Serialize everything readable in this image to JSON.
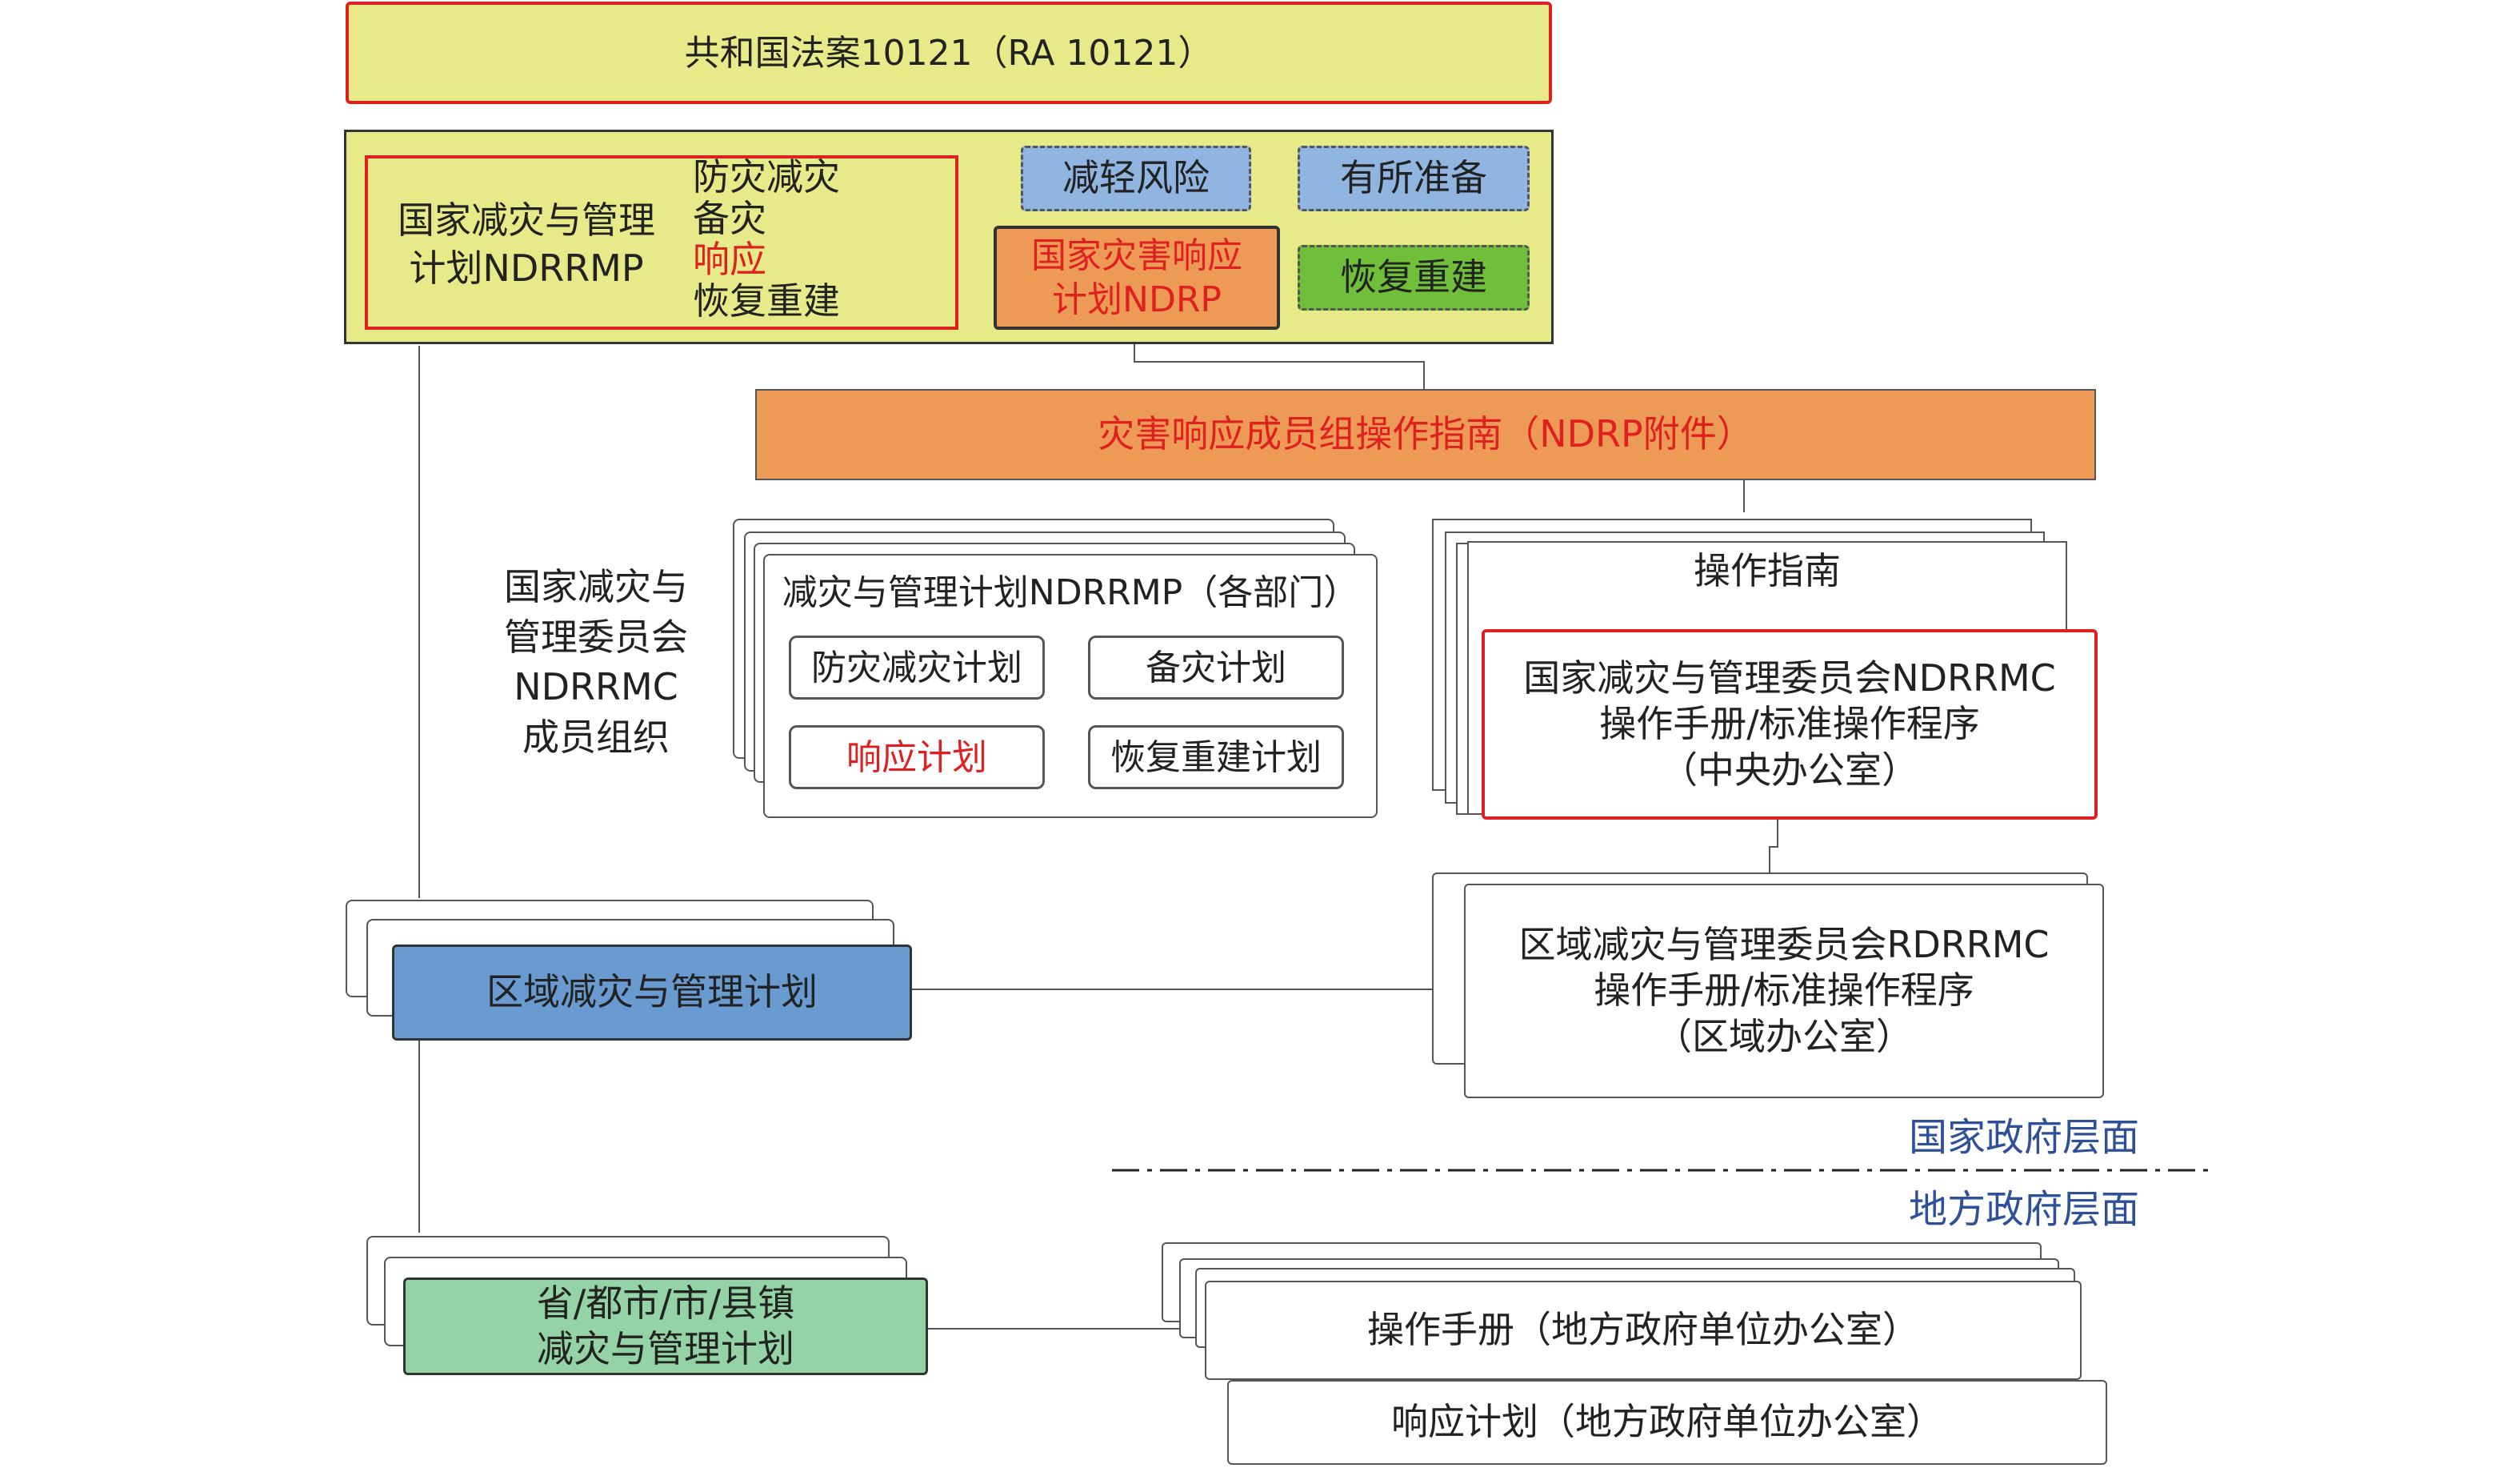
{
  "law": {
    "title": "共和国法案10121（RA 10121）"
  },
  "ndrrmp_block": {
    "plan_name_line1": "国家减灾与管理",
    "plan_name_line2": "计划NDRRMP",
    "aspects": [
      "防灾减灾",
      "备灾",
      "响应",
      "恢复重建"
    ],
    "tag_risk_reduction": "减轻风险",
    "tag_preparedness": "有所准备",
    "tag_recovery": "恢复重建",
    "ndrp_line1": "国家灾害响应",
    "ndrp_line2": "计划NDRP"
  },
  "cluster_guide": {
    "title": "灾害响应成员组操作指南（NDRP附件）"
  },
  "member_org": {
    "lines": [
      "国家减灾与",
      "管理委员会",
      "NDRRMC",
      "成员组织"
    ]
  },
  "dept_plans": {
    "title": "减灾与管理计划NDRRMP（各部门）",
    "items": [
      "防灾减灾计划",
      "备灾计划",
      "响应计划",
      "恢复重建计划"
    ]
  },
  "ops_guide": {
    "title": "操作指南",
    "central_lines": [
      "国家减灾与管理委员会NDRRMC",
      "操作手册/标准操作程序",
      "（中央办公室）"
    ]
  },
  "regional_plan": {
    "label": "区域减灾与管理计划"
  },
  "regional_manual": {
    "lines": [
      "区域减灾与管理委员会RDRRMC",
      "操作手册/标准操作程序",
      "（区域办公室）"
    ]
  },
  "levels": {
    "national": "国家政府层面",
    "local": "地方政府层面"
  },
  "local_plan": {
    "line1": "省/都市/市/县镇",
    "line2": "减灾与管理计划"
  },
  "local_manual": {
    "label": "操作手册（地方政府单位办公室）"
  },
  "local_response": {
    "label": "响应计划（地方政府单位办公室）"
  },
  "colors": {
    "law_fill": "#e7ea88",
    "law_border": "#e02020",
    "ndrp_fill": "#ee9a57",
    "risk_fill": "#8fb5e0",
    "recovery_fill": "#6fbf3a",
    "regional_fill": "#6a9bd0",
    "local_fill": "#94d3a6",
    "level_text": "#2e4f9a",
    "red": "#e02020"
  }
}
